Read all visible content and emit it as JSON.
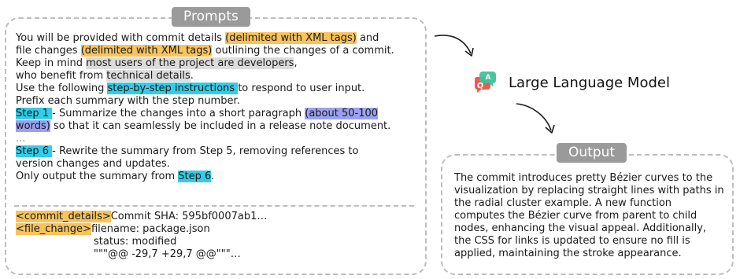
{
  "prompts": {
    "label": "Prompts",
    "lines": [
      [
        {
          "t": "You will be provided with commit details "
        },
        {
          "t": "(delimited with XML tags)",
          "hl": "orange"
        },
        {
          "t": " and"
        }
      ],
      [
        {
          "t": "file changes "
        },
        {
          "t": "(delimited with XML tags)",
          "hl": "orange"
        },
        {
          "t": " outlining the changes of a commit."
        }
      ],
      [
        {
          "t": "Keep in mind "
        },
        {
          "t": "most users of the project are developers",
          "hl": "gray"
        },
        {
          "t": ","
        }
      ],
      [
        {
          "t": "who benefit from "
        },
        {
          "t": "technical details",
          "hl": "gray"
        },
        {
          "t": "."
        }
      ],
      [
        {
          "t": "Use the following "
        },
        {
          "t": "step-by-step instructions ",
          "hl": "cyan"
        },
        {
          "t": "to respond to user input."
        }
      ],
      [
        {
          "t": "Prefix each summary with the step number."
        }
      ],
      [
        {
          "t": "Step 1 ",
          "hl": "cyan"
        },
        {
          "t": "- Summarize the changes into a short paragraph "
        },
        {
          "t": "(about 50-100",
          "hl": "purple"
        }
      ],
      [
        {
          "t": "words)",
          "hl": "purple"
        },
        {
          "t": " so that it can seamlessly be included in a release note document."
        }
      ],
      [
        {
          "t": "...",
          "ell": true
        }
      ],
      [
        {
          "t": "Step 6 ",
          "hl": "cyan"
        },
        {
          "t": "- Rewrite the summary from Step 5, removing references to"
        }
      ],
      [
        {
          "t": "version changes and updates."
        }
      ],
      [
        {
          "t": "Only output the summary from "
        },
        {
          "t": "Step 6",
          "hl": "cyan"
        },
        {
          "t": "."
        }
      ]
    ],
    "commit_lines": [
      [
        {
          "t": "<commit_details>",
          "hl": "orange"
        },
        {
          "t": "Commit SHA: 595bf0007ab1…"
        }
      ],
      [
        {
          "t": "<file_change>",
          "hl": "orange"
        },
        {
          "t": "filename: package.json"
        }
      ],
      [
        {
          "t": "status: modified",
          "indent": true
        }
      ],
      [
        {
          "t": "\"\"\"@@ -29,7 +29,7 @@\"\"\"…",
          "indent": true
        }
      ]
    ]
  },
  "llm": {
    "label": "Large Language Model",
    "icon": "qa-chat-bubbles-icon",
    "icon_letters": [
      "Q",
      "A"
    ]
  },
  "output": {
    "label": "Output",
    "lines": [
      "The commit introduces pretty Bézier curves to the",
      "visualization by replacing straight lines with paths in",
      "the radial cluster example. A new function",
      "computes the Bézier curve from parent to child",
      "nodes, enhancing the visual appeal. Additionally,",
      "the CSS for links is updated to ensure no fill is",
      "applied, maintaining the stroke appearance."
    ]
  },
  "colors": {
    "orange": "#f7c35c",
    "gray": "#dcdcdc",
    "cyan": "#33cde8",
    "purple": "#9aa2ef",
    "tag_bg": "#9a9a9a",
    "dash": "#bdbdbd",
    "icon_red": "#f0594e",
    "icon_green": "#3fc29a"
  }
}
